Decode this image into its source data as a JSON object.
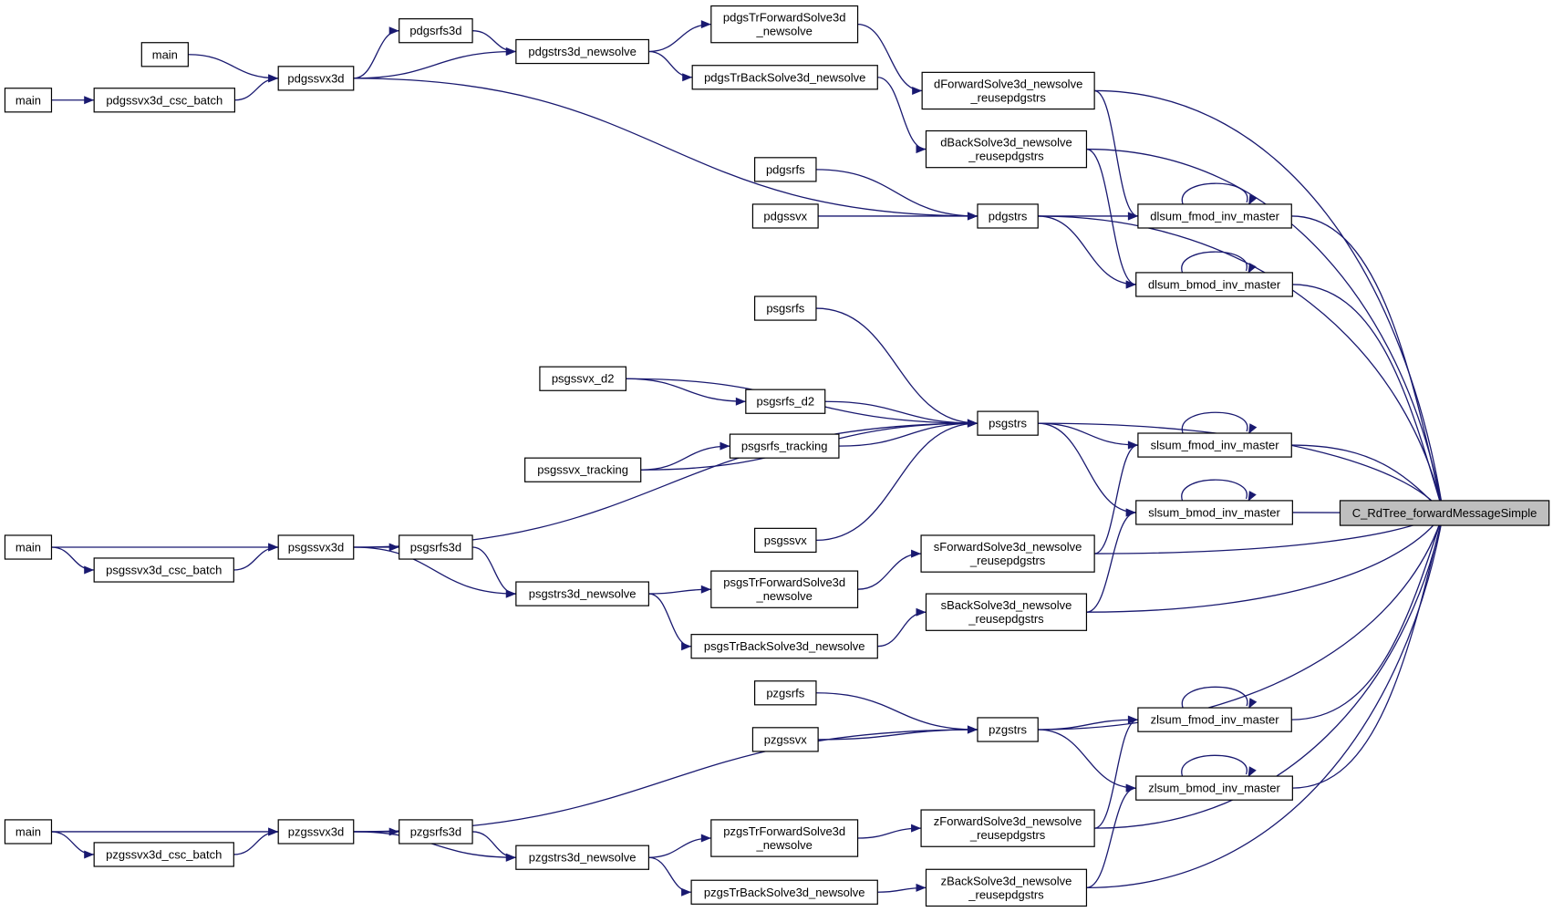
{
  "graph": {
    "edge_color": "#191970",
    "root_fill": "#bfbfbf",
    "nodes": [
      {
        "id": "root",
        "lines": [
          "C_RdTree_forwardMessageSimple"
        ],
        "root": true
      },
      {
        "id": "main1",
        "lines": [
          "main"
        ]
      },
      {
        "id": "main2",
        "lines": [
          "main"
        ]
      },
      {
        "id": "pdgssvx3d_csc_batch",
        "lines": [
          "pdgssvx3d_csc_batch"
        ]
      },
      {
        "id": "pdgssvx3d",
        "lines": [
          "pdgssvx3d"
        ]
      },
      {
        "id": "pdgsrfs3d",
        "lines": [
          "pdgsrfs3d"
        ]
      },
      {
        "id": "pdgstrs3d_newsolve",
        "lines": [
          "pdgstrs3d_newsolve"
        ]
      },
      {
        "id": "pdgsTrForwardSolve3d_newsolve",
        "lines": [
          "pdgsTrForwardSolve3d",
          "_newsolve"
        ]
      },
      {
        "id": "pdgsTrBackSolve3d_newsolve",
        "lines": [
          "pdgsTrBackSolve3d_newsolve"
        ]
      },
      {
        "id": "dForwardSolve3d",
        "lines": [
          "dForwardSolve3d_newsolve",
          "_reusepdgstrs"
        ]
      },
      {
        "id": "dBackSolve3d",
        "lines": [
          "dBackSolve3d_newsolve",
          "_reusepdgstrs"
        ]
      },
      {
        "id": "pdgsrfs",
        "lines": [
          "pdgsrfs"
        ]
      },
      {
        "id": "pdgssvx",
        "lines": [
          "pdgssvx"
        ]
      },
      {
        "id": "pdgstrs",
        "lines": [
          "pdgstrs"
        ]
      },
      {
        "id": "dlsum_fmod",
        "lines": [
          "dlsum_fmod_inv_master"
        ]
      },
      {
        "id": "dlsum_bmod",
        "lines": [
          "dlsum_bmod_inv_master"
        ]
      },
      {
        "id": "psgsrfs",
        "lines": [
          "psgsrfs"
        ]
      },
      {
        "id": "psgssvx_d2",
        "lines": [
          "psgssvx_d2"
        ]
      },
      {
        "id": "psgsrfs_d2",
        "lines": [
          "psgsrfs_d2"
        ]
      },
      {
        "id": "psgsrfs_tracking",
        "lines": [
          "psgsrfs_tracking"
        ]
      },
      {
        "id": "psgssvx_tracking",
        "lines": [
          "psgssvx_tracking"
        ]
      },
      {
        "id": "psgssvx",
        "lines": [
          "psgssvx"
        ]
      },
      {
        "id": "psgstrs",
        "lines": [
          "psgstrs"
        ]
      },
      {
        "id": "slsum_fmod",
        "lines": [
          "slsum_fmod_inv_master"
        ]
      },
      {
        "id": "slsum_bmod",
        "lines": [
          "slsum_bmod_inv_master"
        ]
      },
      {
        "id": "main3",
        "lines": [
          "main"
        ]
      },
      {
        "id": "psgssvx3d_csc_batch",
        "lines": [
          "psgssvx3d_csc_batch"
        ]
      },
      {
        "id": "psgssvx3d",
        "lines": [
          "psgssvx3d"
        ]
      },
      {
        "id": "psgsrfs3d",
        "lines": [
          "psgsrfs3d"
        ]
      },
      {
        "id": "psgstrs3d_newsolve",
        "lines": [
          "psgstrs3d_newsolve"
        ]
      },
      {
        "id": "psgsTrForwardSolve3d_newsolve",
        "lines": [
          "psgsTrForwardSolve3d",
          "_newsolve"
        ]
      },
      {
        "id": "psgsTrBackSolve3d_newsolve",
        "lines": [
          "psgsTrBackSolve3d_newsolve"
        ]
      },
      {
        "id": "sForwardSolve3d",
        "lines": [
          "sForwardSolve3d_newsolve",
          "_reusepdgstrs"
        ]
      },
      {
        "id": "sBackSolve3d",
        "lines": [
          "sBackSolve3d_newsolve",
          "_reusepdgstrs"
        ]
      },
      {
        "id": "pzgsrfs",
        "lines": [
          "pzgsrfs"
        ]
      },
      {
        "id": "pzgssvx",
        "lines": [
          "pzgssvx"
        ]
      },
      {
        "id": "pzgstrs",
        "lines": [
          "pzgstrs"
        ]
      },
      {
        "id": "zlsum_fmod",
        "lines": [
          "zlsum_fmod_inv_master"
        ]
      },
      {
        "id": "zlsum_bmod",
        "lines": [
          "zlsum_bmod_inv_master"
        ]
      },
      {
        "id": "main4",
        "lines": [
          "main"
        ]
      },
      {
        "id": "pzgssvx3d_csc_batch",
        "lines": [
          "pzgssvx3d_csc_batch"
        ]
      },
      {
        "id": "pzgssvx3d",
        "lines": [
          "pzgssvx3d"
        ]
      },
      {
        "id": "pzgsrfs3d",
        "lines": [
          "pzgsrfs3d"
        ]
      },
      {
        "id": "pzgstrs3d_newsolve",
        "lines": [
          "pzgstrs3d_newsolve"
        ]
      },
      {
        "id": "pzgsTrForwardSolve3d_newsolve",
        "lines": [
          "pzgsTrForwardSolve3d",
          "_newsolve"
        ]
      },
      {
        "id": "pzgsTrBackSolve3d_newsolve",
        "lines": [
          "pzgsTrBackSolve3d_newsolve"
        ]
      },
      {
        "id": "zForwardSolve3d",
        "lines": [
          "zForwardSolve3d_newsolve",
          "_reusepdgstrs"
        ]
      },
      {
        "id": "zBackSolve3d",
        "lines": [
          "zBackSolve3d_newsolve",
          "_reusepdgstrs"
        ]
      }
    ],
    "edges": [
      [
        "main1",
        "pdgssvx3d"
      ],
      [
        "main2",
        "pdgssvx3d_csc_batch"
      ],
      [
        "pdgssvx3d_csc_batch",
        "pdgssvx3d"
      ],
      [
        "pdgssvx3d",
        "pdgsrfs3d"
      ],
      [
        "pdgssvx3d",
        "pdgstrs3d_newsolve"
      ],
      [
        "pdgsrfs3d",
        "pdgstrs3d_newsolve"
      ],
      [
        "pdgstrs3d_newsolve",
        "pdgsTrForwardSolve3d_newsolve"
      ],
      [
        "pdgstrs3d_newsolve",
        "pdgsTrBackSolve3d_newsolve"
      ],
      [
        "pdgsTrForwardSolve3d_newsolve",
        "dForwardSolve3d"
      ],
      [
        "pdgsTrBackSolve3d_newsolve",
        "dBackSolve3d"
      ],
      [
        "pdgssvx3d",
        "pdgstrs"
      ],
      [
        "pdgsrfs",
        "pdgstrs"
      ],
      [
        "pdgssvx",
        "pdgstrs"
      ],
      [
        "pdgstrs",
        "dlsum_fmod"
      ],
      [
        "pdgstrs",
        "dlsum_bmod"
      ],
      [
        "dForwardSolve3d",
        "dlsum_fmod"
      ],
      [
        "dBackSolve3d",
        "dlsum_bmod"
      ],
      [
        "dlsum_fmod",
        "dlsum_fmod"
      ],
      [
        "dlsum_bmod",
        "dlsum_bmod"
      ],
      [
        "dForwardSolve3d",
        "root"
      ],
      [
        "dBackSolve3d",
        "root"
      ],
      [
        "dlsum_fmod",
        "root"
      ],
      [
        "dlsum_bmod",
        "root"
      ],
      [
        "pdgstrs",
        "root"
      ],
      [
        "psgssvx3d",
        "psgstrs"
      ],
      [
        "psgsrfs",
        "psgstrs"
      ],
      [
        "psgssvx_d2",
        "psgstrs"
      ],
      [
        "psgssvx_d2",
        "psgsrfs_d2"
      ],
      [
        "psgsrfs_d2",
        "psgstrs"
      ],
      [
        "psgsrfs_tracking",
        "psgstrs"
      ],
      [
        "psgssvx_tracking",
        "psgsrfs_tracking"
      ],
      [
        "psgssvx_tracking",
        "psgstrs"
      ],
      [
        "psgssvx",
        "psgstrs"
      ],
      [
        "psgstrs",
        "slsum_fmod"
      ],
      [
        "psgstrs",
        "slsum_bmod"
      ],
      [
        "slsum_fmod",
        "slsum_fmod"
      ],
      [
        "slsum_bmod",
        "slsum_bmod"
      ],
      [
        "psgstrs",
        "root"
      ],
      [
        "slsum_fmod",
        "root"
      ],
      [
        "slsum_bmod",
        "root"
      ],
      [
        "main3",
        "psgssvx3d"
      ],
      [
        "main3",
        "psgssvx3d_csc_batch"
      ],
      [
        "psgssvx3d_csc_batch",
        "psgssvx3d"
      ],
      [
        "psgssvx3d",
        "psgsrfs3d"
      ],
      [
        "psgssvx3d",
        "psgstrs3d_newsolve"
      ],
      [
        "psgsrfs3d",
        "psgstrs3d_newsolve"
      ],
      [
        "psgstrs3d_newsolve",
        "psgsTrForwardSolve3d_newsolve"
      ],
      [
        "psgstrs3d_newsolve",
        "psgsTrBackSolve3d_newsolve"
      ],
      [
        "psgsTrForwardSolve3d_newsolve",
        "sForwardSolve3d"
      ],
      [
        "psgsTrBackSolve3d_newsolve",
        "sBackSolve3d"
      ],
      [
        "sForwardSolve3d",
        "slsum_fmod"
      ],
      [
        "sBackSolve3d",
        "slsum_bmod"
      ],
      [
        "sForwardSolve3d",
        "root"
      ],
      [
        "sBackSolve3d",
        "root"
      ],
      [
        "pzgsrfs",
        "pzgstrs"
      ],
      [
        "pzgssvx",
        "pzgstrs"
      ],
      [
        "pzgssvx3d",
        "pzgstrs"
      ],
      [
        "pzgstrs",
        "zlsum_fmod"
      ],
      [
        "pzgstrs",
        "zlsum_bmod"
      ],
      [
        "zlsum_fmod",
        "zlsum_fmod"
      ],
      [
        "zlsum_bmod",
        "zlsum_bmod"
      ],
      [
        "pzgstrs",
        "root"
      ],
      [
        "zlsum_fmod",
        "root"
      ],
      [
        "zlsum_bmod",
        "root"
      ],
      [
        "zForwardSolve3d",
        "zlsum_fmod"
      ],
      [
        "zBackSolve3d",
        "zlsum_bmod"
      ],
      [
        "zForwardSolve3d",
        "root"
      ],
      [
        "zBackSolve3d",
        "root"
      ],
      [
        "main4",
        "pzgssvx3d"
      ],
      [
        "main4",
        "pzgssvx3d_csc_batch"
      ],
      [
        "pzgssvx3d_csc_batch",
        "pzgssvx3d"
      ],
      [
        "pzgssvx3d",
        "pzgsrfs3d"
      ],
      [
        "pzgssvx3d",
        "pzgstrs3d_newsolve"
      ],
      [
        "pzgsrfs3d",
        "pzgstrs3d_newsolve"
      ],
      [
        "pzgstrs3d_newsolve",
        "pzgsTrForwardSolve3d_newsolve"
      ],
      [
        "pzgstrs3d_newsolve",
        "pzgsTrBackSolve3d_newsolve"
      ],
      [
        "pzgsTrForwardSolve3d_newsolve",
        "zForwardSolve3d"
      ],
      [
        "pzgsTrBackSolve3d_newsolve",
        "zBackSolve3d"
      ]
    ]
  }
}
